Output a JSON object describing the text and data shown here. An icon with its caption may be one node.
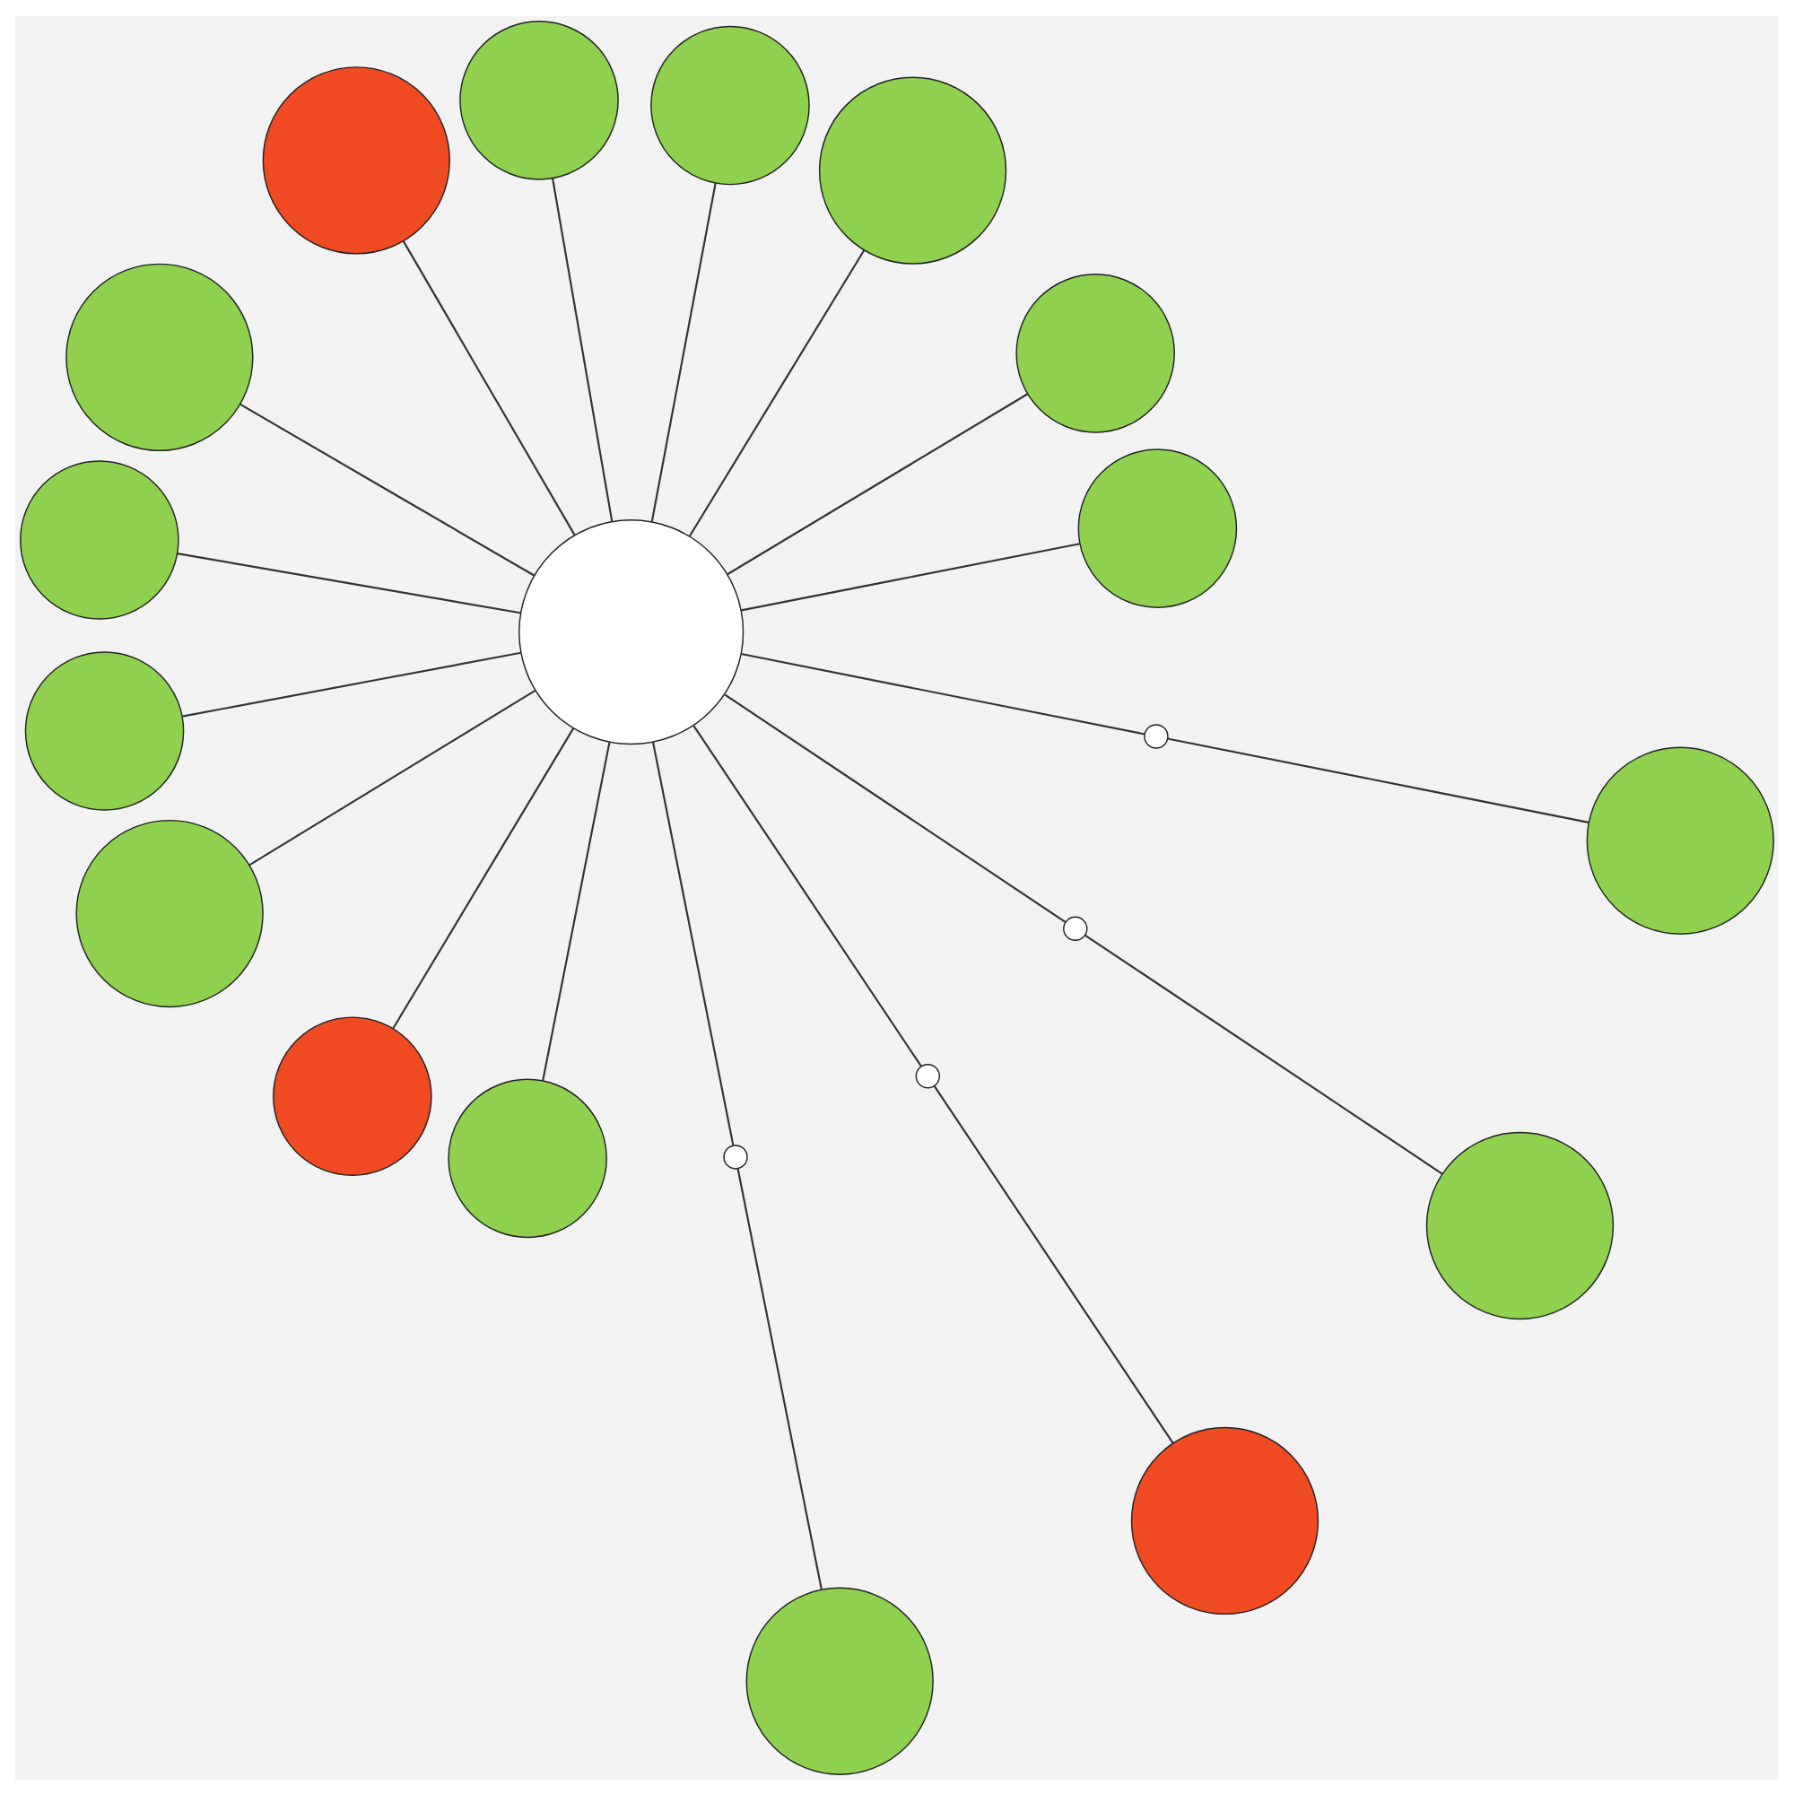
{
  "diagram": {
    "nodes": [
      {
        "text": [],
        "shape": "circle"
      },
      {
        "text": [],
        "shape": "circle"
      },
      {
        "text": [],
        "shape": "circle"
      },
      {
        "text": [],
        "shape": "circle"
      },
      {
        "text": [],
        "shape": "circle"
      },
      {
        "text": [],
        "shape": "circle"
      },
      {
        "text": [],
        "shape": "circle"
      },
      {
        "text": [],
        "shape": "circle"
      },
      {
        "text": [],
        "shape": "circle"
      },
      {
        "text": [],
        "shape": "circle"
      },
      {
        "text": [],
        "shape": "circle"
      },
      {
        "text": [],
        "shape": "circle"
      },
      {
        "text": [],
        "shape": "circle"
      },
      {
        "text": [],
        "shape": "circle"
      },
      {
        "text": [],
        "shape": "circle"
      },
      {
        "text": [],
        "shape": "circle"
      },
      {
        "text": [],
        "shape": "circle"
      },
      {
        "text": [],
        "shape": "circle"
      },
      {
        "text": [],
        "shape": "circle"
      },
      {
        "text": [],
        "shape": "circle"
      },
      {
        "text": [],
        "shape": "circle"
      }
    ],
    "edges": [
      {
        "from": 0,
        "to": 1,
        "arrow": "none"
      },
      {
        "from": 0,
        "to": 2,
        "arrow": "none"
      },
      {
        "from": 0,
        "to": 17,
        "arrow": "none"
      },
      {
        "from": 17,
        "to": 3,
        "arrow": "none"
      },
      {
        "from": 0,
        "to": 4,
        "arrow": "none"
      },
      {
        "from": 0,
        "to": 18,
        "arrow": "none"
      },
      {
        "from": 18,
        "to": 5,
        "arrow": "none"
      },
      {
        "from": 0,
        "to": 6,
        "arrow": "none"
      },
      {
        "from": 0,
        "to": 7,
        "arrow": "none"
      },
      {
        "from": 0,
        "to": 8,
        "arrow": "none"
      },
      {
        "from": 0,
        "to": 9,
        "arrow": "none"
      },
      {
        "from": 0,
        "to": 10,
        "arrow": "none"
      },
      {
        "from": 0,
        "to": 11,
        "arrow": "none"
      },
      {
        "from": 0,
        "to": 19,
        "arrow": "none"
      },
      {
        "from": 19,
        "to": 12,
        "arrow": "none"
      },
      {
        "from": 0,
        "to": 13,
        "arrow": "none"
      },
      {
        "from": 0,
        "to": 20,
        "arrow": "none"
      },
      {
        "from": 20,
        "to": 14,
        "arrow": "none"
      },
      {
        "from": 0,
        "to": 15,
        "arrow": "none"
      },
      {
        "from": 0,
        "to": 16,
        "arrow": "none"
      }
    ]
  }
}
